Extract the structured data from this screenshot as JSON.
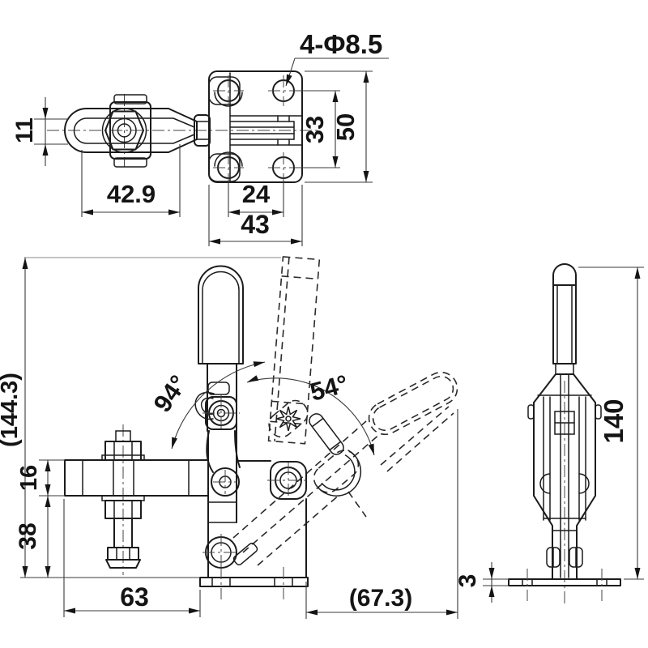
{
  "drawing": {
    "type": "toggle-clamp-engineering-drawing",
    "ink_color": "#1c1c1c",
    "background_color": "#ffffff",
    "top_view": {
      "hole_callout": "4-Φ8.5",
      "slot_width": "11",
      "arm_length": "42.9",
      "hole_pitch_x": "24",
      "plate_width": "43",
      "hole_pitch_y": "33",
      "plate_height": "50"
    },
    "front_view": {
      "overall_height": "(144.3)",
      "handle_travel_angle": "94°",
      "bar_open_angle": "54°",
      "bar_section_height": "16",
      "base_to_bar": "38",
      "bar_reach": "63",
      "open_reach": "(67.3)"
    },
    "side_view": {
      "overall_height": "140",
      "base_thickness": "3"
    }
  }
}
